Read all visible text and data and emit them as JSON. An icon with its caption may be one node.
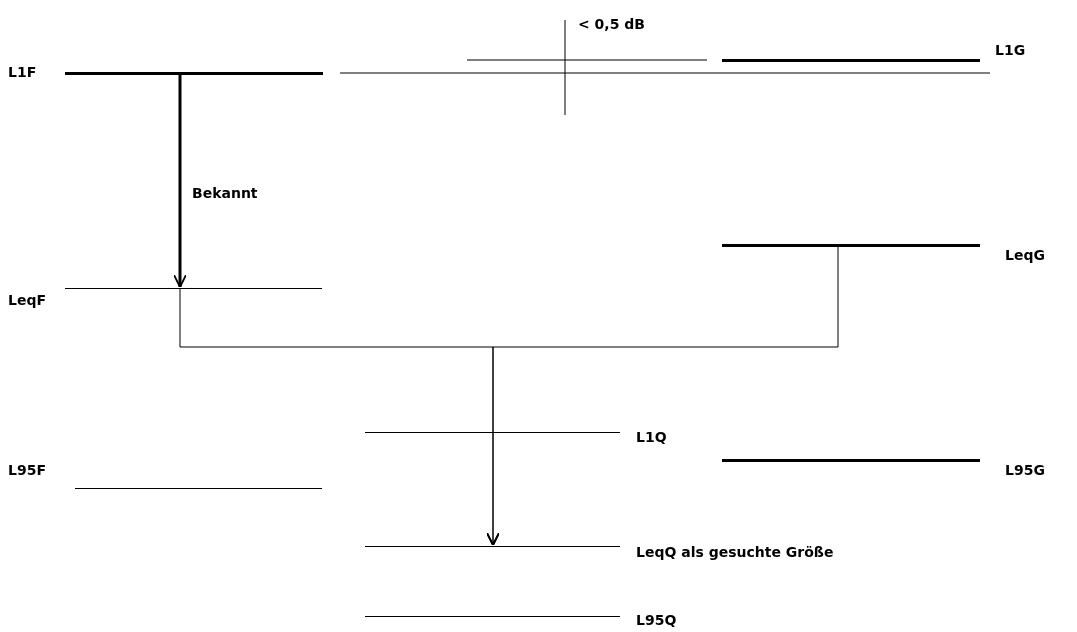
{
  "diagram": {
    "nodes": [
      {
        "text": [
          "L1F"
        ]
      },
      {
        "text": [
          "L1G"
        ]
      },
      {
        "text": [
          "LeqF"
        ]
      },
      {
        "text": [
          "LeqG"
        ]
      },
      {
        "text": [
          "L1Q"
        ]
      },
      {
        "text": [
          "L95F"
        ]
      },
      {
        "text": [
          "L95G"
        ]
      },
      {
        "text": [
          "LeqQ als gesuchte Größe"
        ]
      },
      {
        "text": [
          "L95Q"
        ]
      }
    ],
    "edges": [
      {
        "from": 0,
        "to": 2,
        "arrow": "to",
        "label": "Bekannt",
        "style": "thick"
      },
      {
        "from": 2,
        "to": 7,
        "arrow": "to"
      },
      {
        "from": 3,
        "to": 7,
        "arrow": "to"
      }
    ],
    "labels": [
      "< 0,5 dB"
    ]
  }
}
